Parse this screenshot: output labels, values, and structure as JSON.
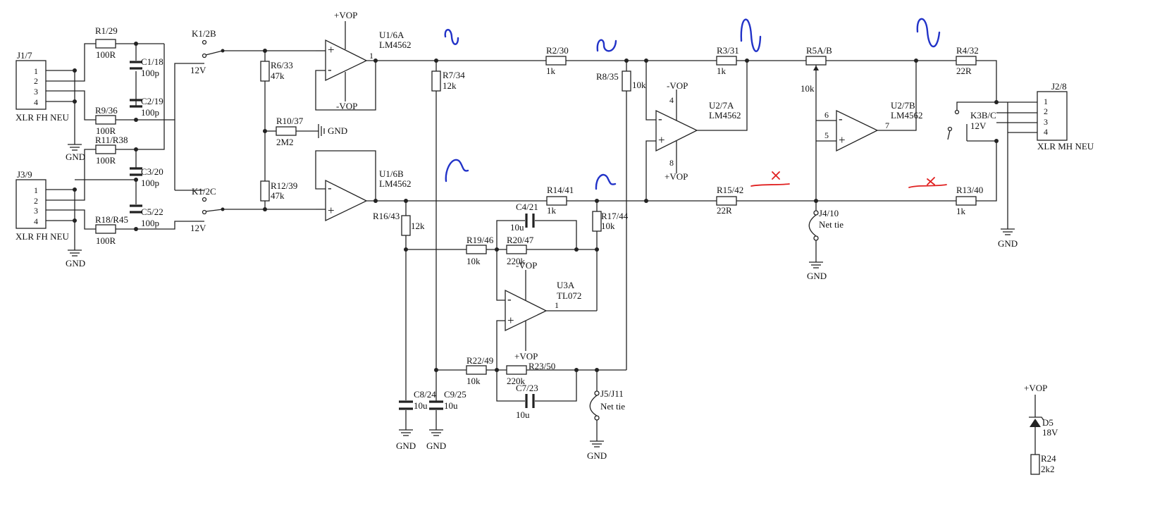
{
  "connectors": [
    {
      "ref": "J1/7",
      "type": "XLR FH NEU",
      "pins": [
        "1",
        "2",
        "3",
        "4"
      ]
    },
    {
      "ref": "J3/9",
      "type": "XLR FH NEU",
      "pins": [
        "1",
        "2",
        "3",
        "4"
      ]
    },
    {
      "ref": "J2/8",
      "type": "XLR MH NEU",
      "pins": [
        "1",
        "2",
        "3",
        "4"
      ]
    }
  ],
  "resistors": [
    {
      "ref": "R1/29",
      "value": "100R"
    },
    {
      "ref": "R9/36",
      "value": "100R"
    },
    {
      "ref": "R11/R38",
      "value": "100R"
    },
    {
      "ref": "R18/R45",
      "value": "100R"
    },
    {
      "ref": "R6/33",
      "value": "47k"
    },
    {
      "ref": "R10/37",
      "value": "2M2"
    },
    {
      "ref": "R12/39",
      "value": "47k"
    },
    {
      "ref": "R7/34",
      "value": "12k"
    },
    {
      "ref": "R2/30",
      "value": "1k"
    },
    {
      "ref": "R8/35",
      "value": "10k"
    },
    {
      "ref": "R3/31",
      "value": "1k"
    },
    {
      "ref": "R5A/B",
      "value": "10k"
    },
    {
      "ref": "R4/32",
      "value": "22R"
    },
    {
      "ref": "R13/40",
      "value": "1k"
    },
    {
      "ref": "R14/41",
      "value": "1k"
    },
    {
      "ref": "R15/42",
      "value": "22R"
    },
    {
      "ref": "R16/43",
      "value": "12k"
    },
    {
      "ref": "R17/44",
      "value": "10k"
    },
    {
      "ref": "R19/46",
      "value": "10k"
    },
    {
      "ref": "R20/47",
      "value": "220k"
    },
    {
      "ref": "R22/49",
      "value": "10k"
    },
    {
      "ref": "R23/50",
      "value": "220k"
    },
    {
      "ref": "R24",
      "value": "2k2"
    }
  ],
  "capacitors": [
    {
      "ref": "C1/18",
      "value": "100p"
    },
    {
      "ref": "C2/19",
      "value": "100p"
    },
    {
      "ref": "C3/20",
      "value": "100p"
    },
    {
      "ref": "C5/22",
      "value": "100p"
    },
    {
      "ref": "C4/21",
      "value": "10u"
    },
    {
      "ref": "C7/23",
      "value": "10u"
    },
    {
      "ref": "C8/24",
      "value": "10u"
    },
    {
      "ref": "C9/25",
      "value": "10u"
    }
  ],
  "opamps": [
    {
      "ref": "U1/6A",
      "part": "LM4562",
      "out_pin": "1"
    },
    {
      "ref": "U1/6B",
      "part": "LM4562"
    },
    {
      "ref": "U2/7A",
      "part": "LM4562",
      "pins": [
        "4",
        "8"
      ]
    },
    {
      "ref": "U2/7B",
      "part": "LM4562",
      "pins": [
        "6",
        "5",
        "7"
      ]
    },
    {
      "ref": "U3A",
      "part": "TL072",
      "out_pin": "1"
    }
  ],
  "relays": [
    {
      "ref": "K1/2B",
      "value": "12V"
    },
    {
      "ref": "K1/2C",
      "value": "12V"
    },
    {
      "ref": "K3B/C",
      "value": "12V"
    }
  ],
  "net_ties": [
    {
      "ref": "J4/10",
      "label": "Net tie"
    },
    {
      "ref": "J5/J11",
      "label": "Net tie"
    }
  ],
  "diode": {
    "ref": "D5",
    "value": "18V"
  },
  "nets": {
    "pos": "+VOP",
    "neg": "-VOP",
    "gnd": "GND"
  },
  "pins": {
    "plus": "+",
    "minus": "-"
  },
  "annotation_colors": {
    "waveform": "#2233c8",
    "cross": "#e02020"
  }
}
